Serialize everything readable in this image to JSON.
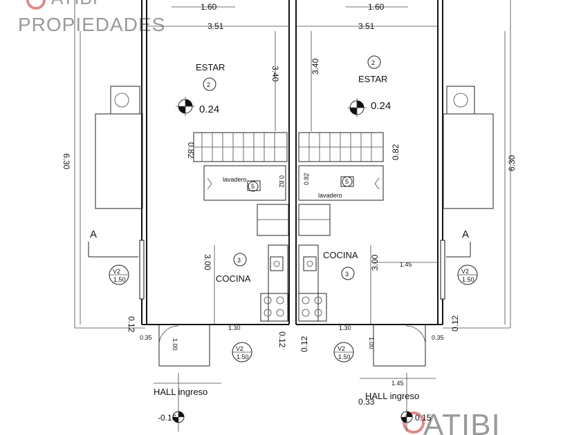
{
  "watermark": {
    "brand_top": "ATIBI",
    "brand_sub": "PROPIEDADES",
    "brand_bottom": "ATIBI"
  },
  "rooms": {
    "estar_left": "ESTAR",
    "estar_right": "ESTAR",
    "cocina_left": "COCINA",
    "cocina_right": "COCINA",
    "lavadero_left": "lavadero",
    "lavadero_right": "lavadero",
    "hall_left": "HALL ingreso",
    "hall_right": "HALL ingreso"
  },
  "room_numbers": {
    "estar_left": "2",
    "estar_right": "2",
    "cocina_left": "3",
    "cocina_right": "3",
    "lavadero_left": "5",
    "lavadero_right": "5"
  },
  "levels": {
    "estar_left": "0.24",
    "estar_right": "0.24",
    "entry_left": "-0.16",
    "entry_right": "0.15",
    "hall_right": "0.33"
  },
  "dimensions": {
    "top_left": "1.60",
    "top_right": "1.60",
    "width_left": "3.51",
    "width_right": "3.51",
    "estar_height_left": "3.40",
    "estar_height_right": "3.40",
    "total_height_left": "6.30",
    "total_height_right": "6.30",
    "stair_left": "0.82",
    "stair_right": "0.82",
    "lav_left": "0.82",
    "lav_right": "0.82",
    "cocina_height_left": "3.00",
    "cocina_height_right": "3.00",
    "cocina_width_right": "1.45",
    "hall_width_right": "1.45",
    "wall_left": "0.12",
    "wall_right": "0.12",
    "wall_center_left": "0.12",
    "wall_center_right": "0.12",
    "door_left": "1.30",
    "door_right": "1.30",
    "side_left": "0.35",
    "side_right": "0.35",
    "hall_depth_left": "1.00",
    "hall_depth_right": "1.00"
  },
  "sections": {
    "left": "A",
    "right": "A"
  },
  "windows": {
    "v2_left_label": "V2",
    "v2_left_sub": "1.50",
    "v2_center_left_label": "V2",
    "v2_center_left_sub": "1.50",
    "v2_center_right_label": "V2",
    "v2_center_right_sub": "1.50",
    "v2_right_label": "V2",
    "v2_right_sub": "1.50"
  }
}
